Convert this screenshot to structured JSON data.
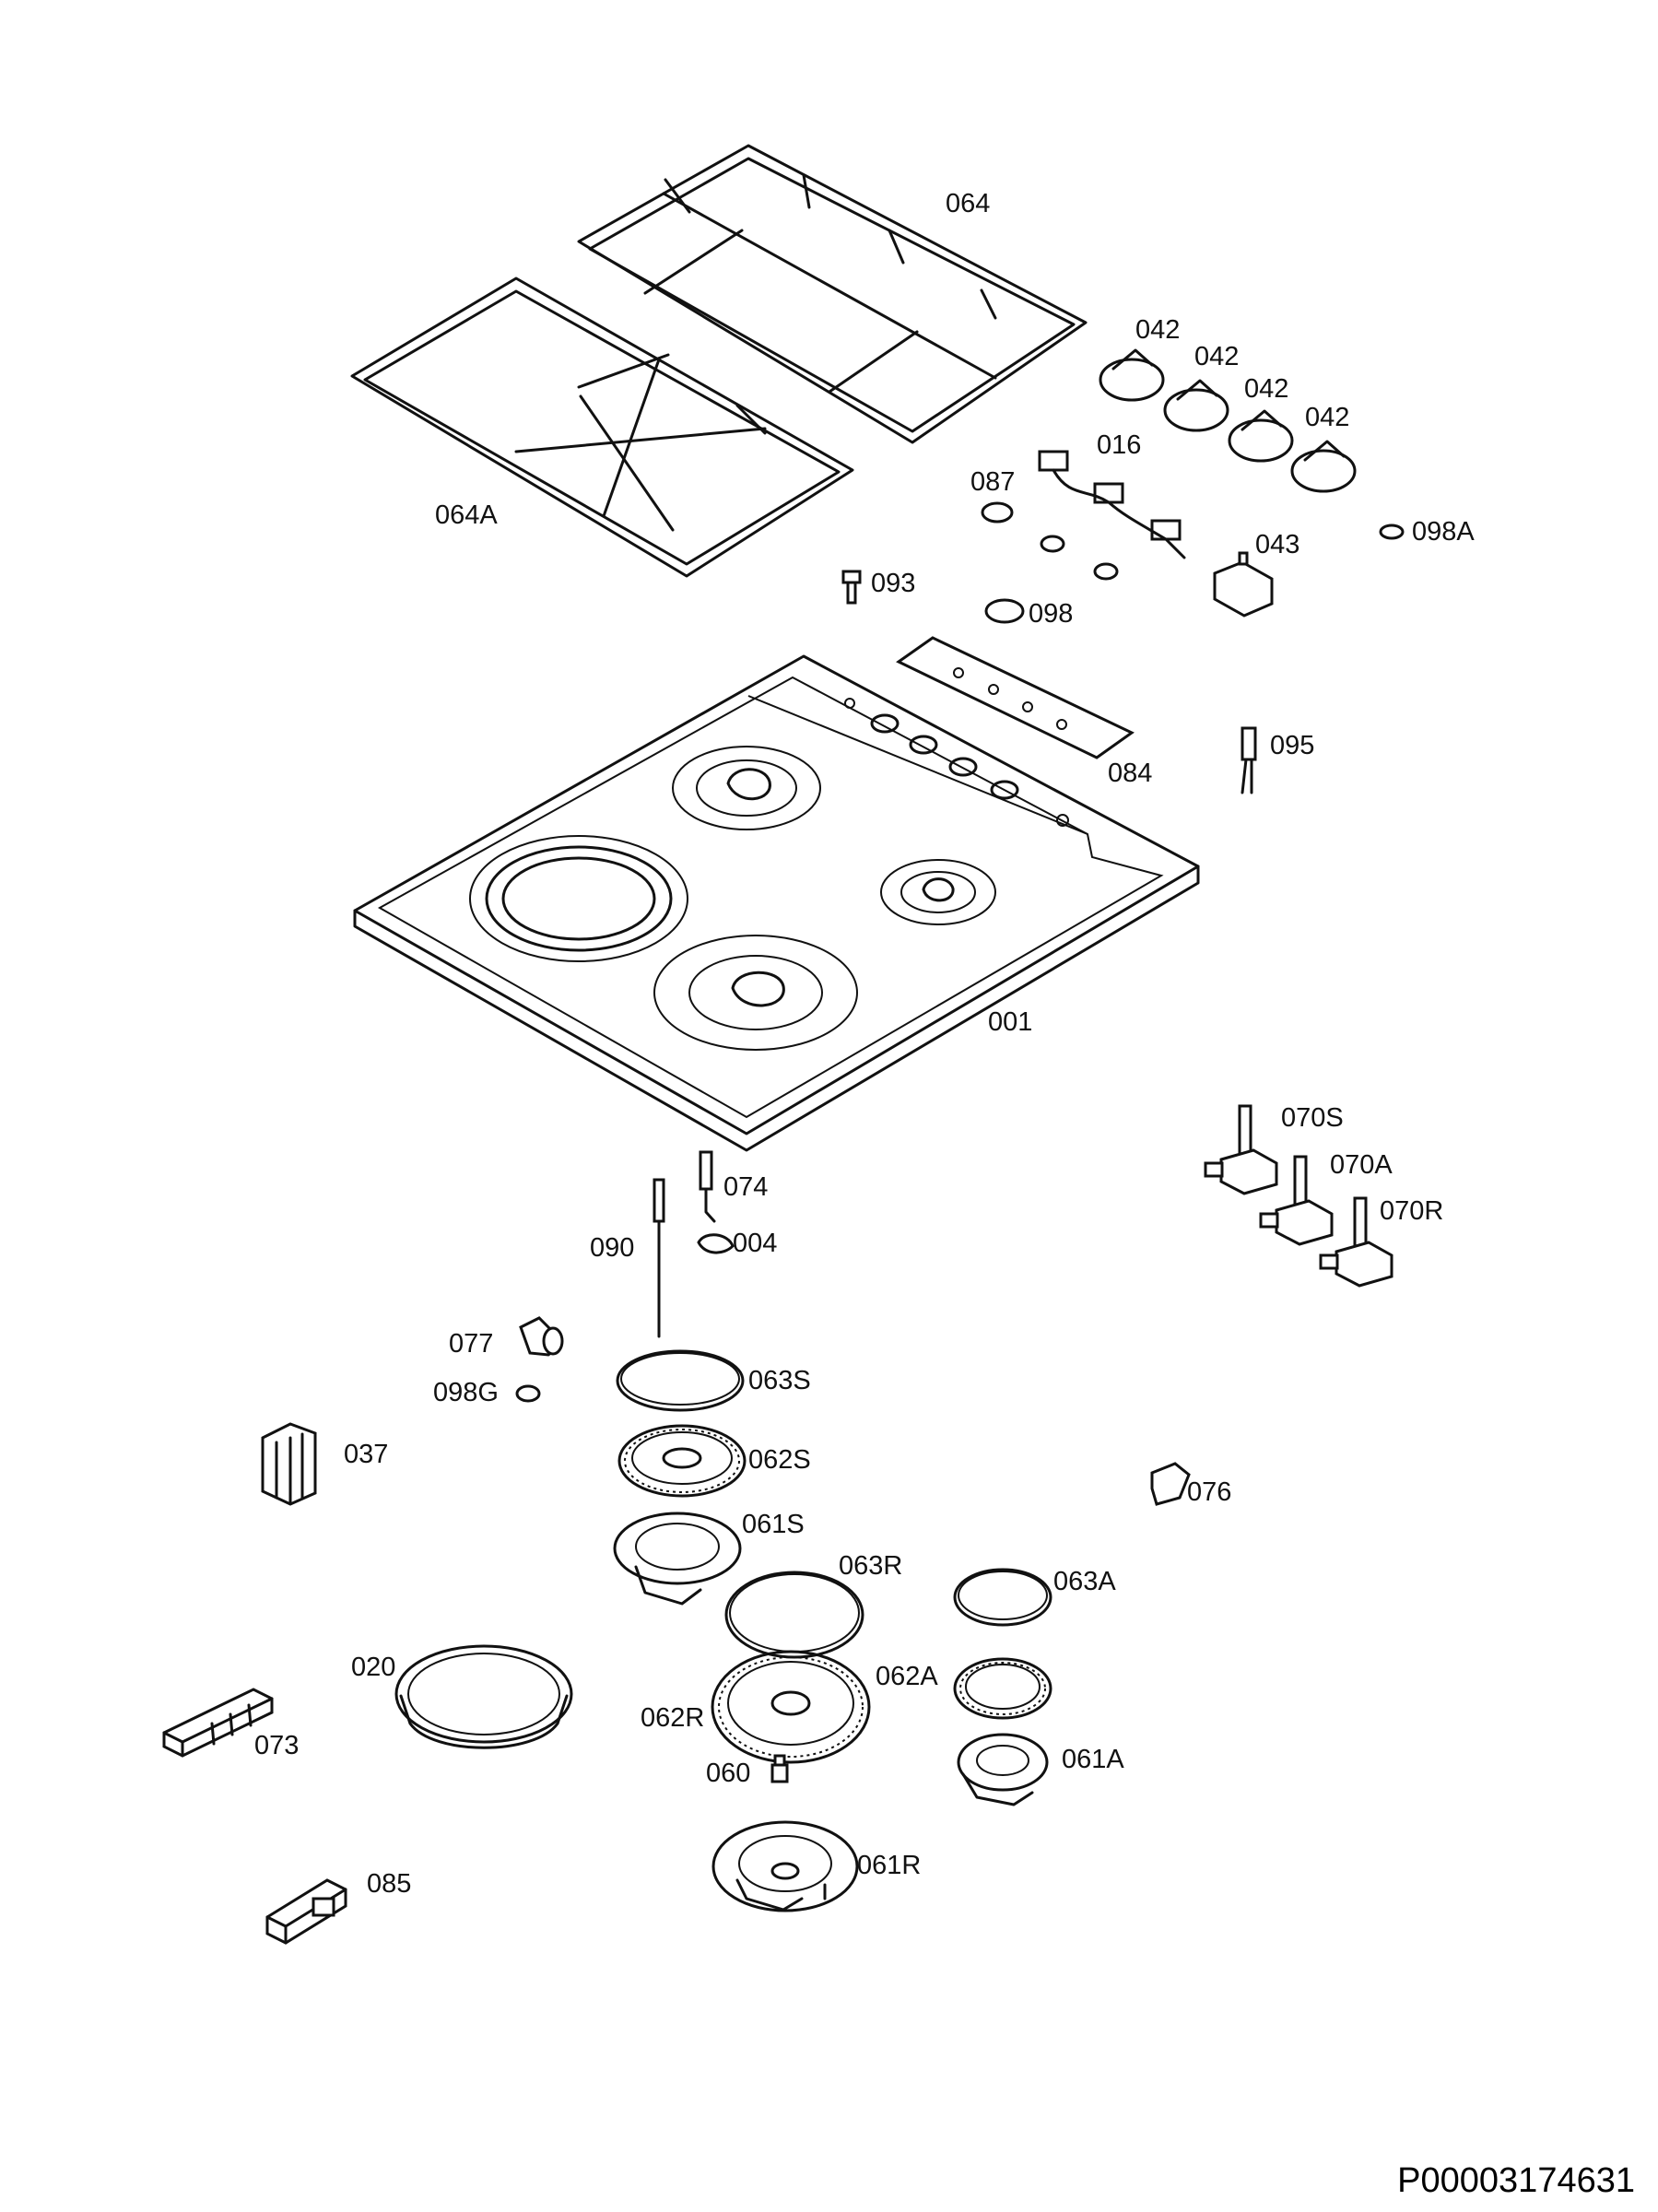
{
  "diagram": {
    "document_code": "P00003174631",
    "labels": {
      "l064": "064",
      "l064A": "064A",
      "l042a": "042",
      "l042b": "042",
      "l042c": "042",
      "l042d": "042",
      "l016": "016",
      "l087": "087",
      "l098A": "098A",
      "l043": "043",
      "l093": "093",
      "l098": "098",
      "l095": "095",
      "l084": "084",
      "l001": "001",
      "l070S": "070S",
      "l070A": "070A",
      "l070R": "070R",
      "l074": "074",
      "l004": "004",
      "l090": "090",
      "l077": "077",
      "l098G": "098G",
      "l063S": "063S",
      "l037": "037",
      "l062S": "062S",
      "l076": "076",
      "l061S": "061S",
      "l063R": "063R",
      "l063A": "063A",
      "l020": "020",
      "l062A": "062A",
      "l062R": "062R",
      "l073": "073",
      "l061A": "061A",
      "l060": "060",
      "l085": "085",
      "l061R": "061R"
    }
  }
}
